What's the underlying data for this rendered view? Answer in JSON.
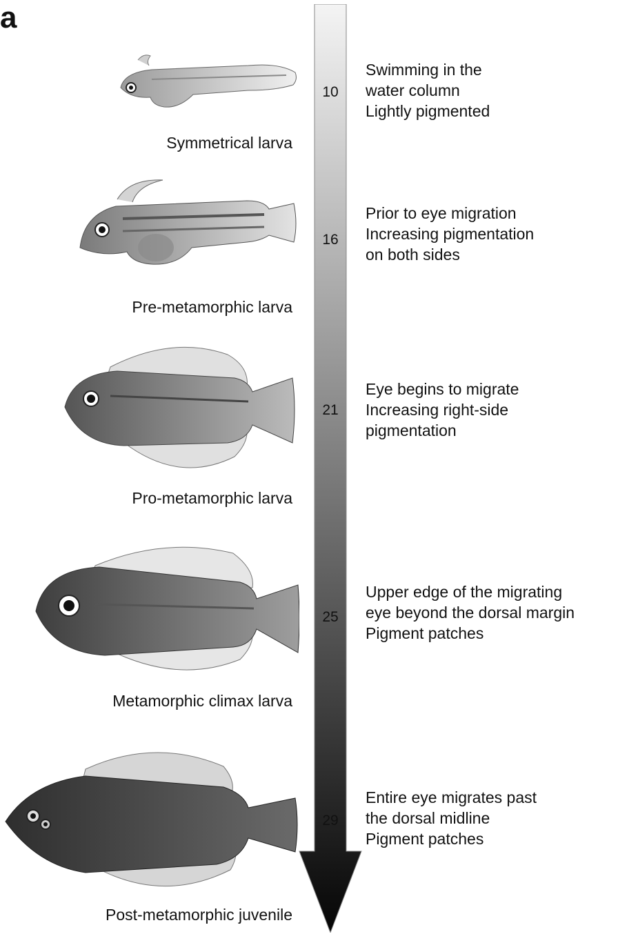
{
  "panel_label": "a",
  "stages": [
    {
      "number": "10",
      "fish_label": "Symmetrical larva",
      "description": "Swimming in the\nwater column\nLightly pigmented"
    },
    {
      "number": "16",
      "fish_label": "Pre-metamorphic larva",
      "description": "Prior to eye migration\nIncreasing pigmentation\non both sides"
    },
    {
      "number": "21",
      "fish_label": "Pro-metamorphic larva",
      "description": "Eye begins to migrate\nIncreasing right-side\npigmentation"
    },
    {
      "number": "25",
      "fish_label": "Metamorphic climax larva",
      "description": "Upper edge of the migrating\neye beyond the dorsal margin\nPigment patches"
    },
    {
      "number": "29",
      "fish_label": "Post-metamorphic juvenile",
      "description": "Entire eye migrates past\nthe dorsal midline\nPigment patches"
    }
  ],
  "colors": {
    "arrow_top": "#f4f4f4",
    "arrow_bottom": "#050505",
    "fish_light": "#d9d9d9",
    "fish_dark": "#3a3a3a"
  }
}
